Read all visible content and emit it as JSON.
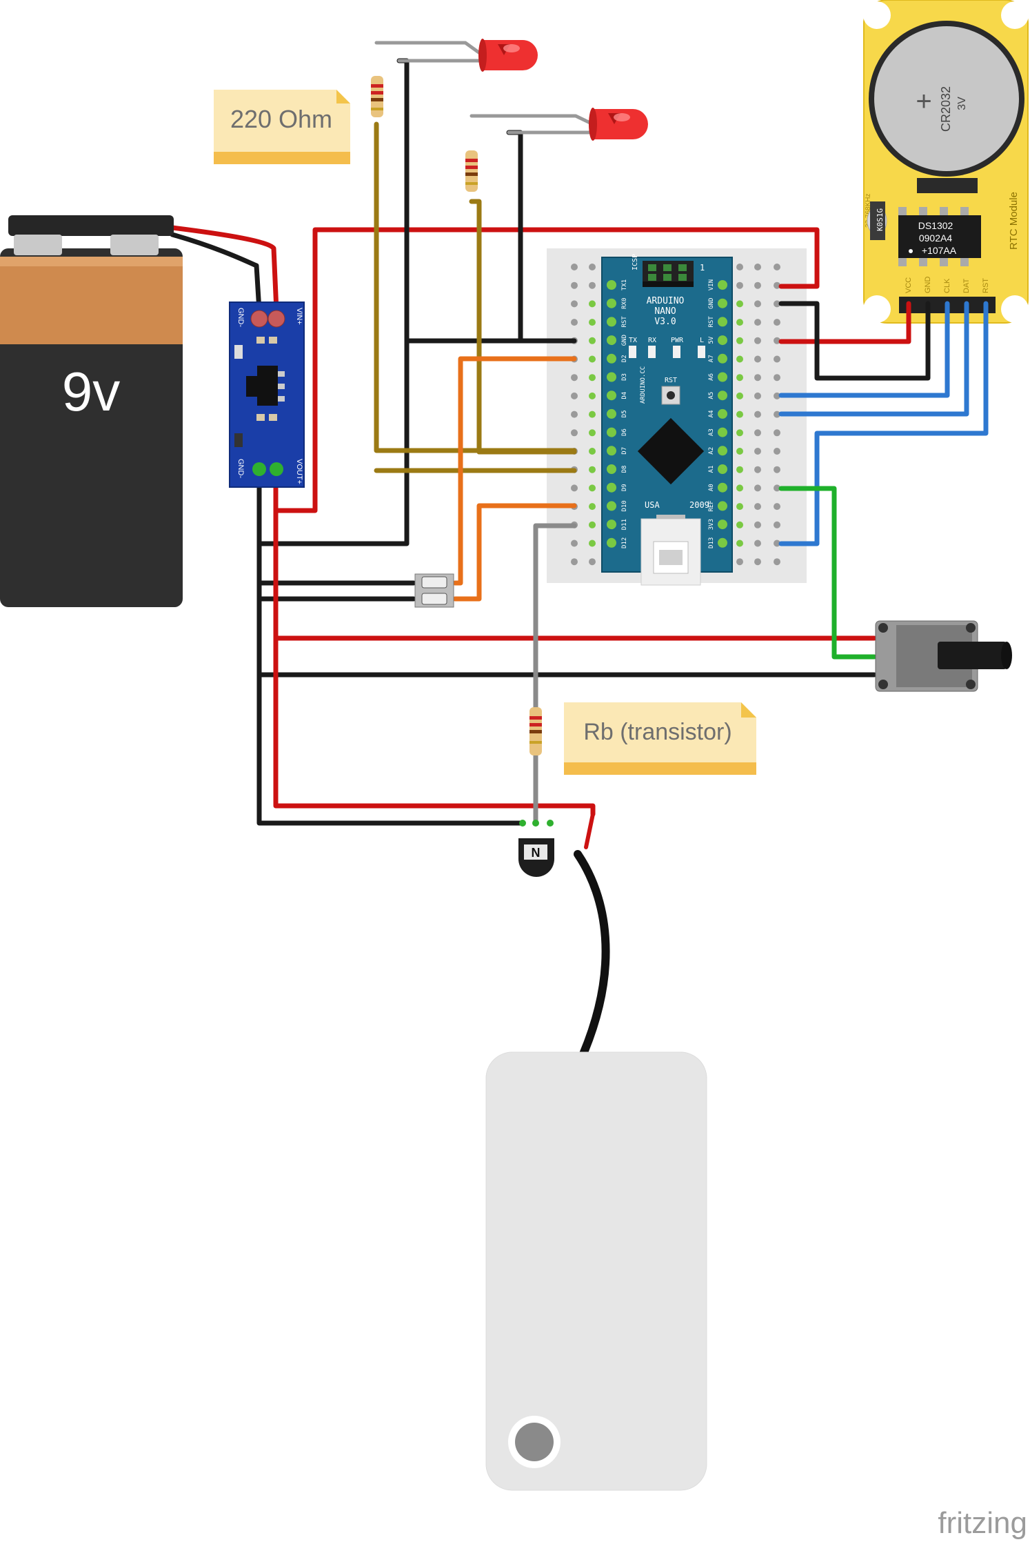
{
  "notes": {
    "resistor_note": "220 Ohm",
    "transistor_note": "Rb (transistor)"
  },
  "battery": {
    "label": "9v"
  },
  "regulator": {
    "pin_vin": "VIN+",
    "pin_gnd_top": "GND-",
    "pin_vout": "VOUT+",
    "pin_gnd_bottom": "GND-"
  },
  "arduino": {
    "name_line1": "ARDUINO",
    "name_line2": "NANO",
    "name_line3": "V3.0",
    "brand": "ARDUINO.CC",
    "made_in": "USA",
    "year": "2009",
    "icsp": "ICSP",
    "rst_button": "RST",
    "leds": [
      "TX",
      "RX",
      "PWR",
      "L"
    ],
    "left_pins": [
      "TX1",
      "RX0",
      "RST",
      "GND",
      "D2",
      "D3",
      "D4",
      "D5",
      "D6",
      "D7",
      "D8",
      "D9",
      "D10",
      "D11",
      "D12"
    ],
    "right_pins": [
      "VIN",
      "GND",
      "RST",
      "5V",
      "A7",
      "A6",
      "A5",
      "A4",
      "A3",
      "A2",
      "A1",
      "A0",
      "REF",
      "3V3",
      "D13"
    ]
  },
  "rtc": {
    "battery_label": "CR2032",
    "battery_voltage": "3V",
    "chip_line1": "DS1302",
    "chip_line2": "0902A4",
    "chip_line3": "+107AA",
    "crystal": "32.768KHz",
    "crystal_code": "K0S1G",
    "module_label": "RTC Module",
    "pins": [
      "VCC",
      "GND",
      "CLK",
      "DAT",
      "RST"
    ]
  },
  "transistor": {
    "type_letter": "N"
  },
  "watermark": {
    "text": "fritzing"
  },
  "colors": {
    "wire_red": "#cc1111",
    "wire_black": "#1a1a1a",
    "wire_blue": "#2e78d0",
    "wire_green": "#1fb02b",
    "wire_orange": "#e8701a",
    "wire_brown": "#9b7a14",
    "wire_gray": "#8a8a8a",
    "arduino_blue": "#1c6b8c",
    "rtc_yellow": "#f7d84a",
    "regulator_blue": "#1a3ea8",
    "note_yellow": "#fbe8b5"
  }
}
